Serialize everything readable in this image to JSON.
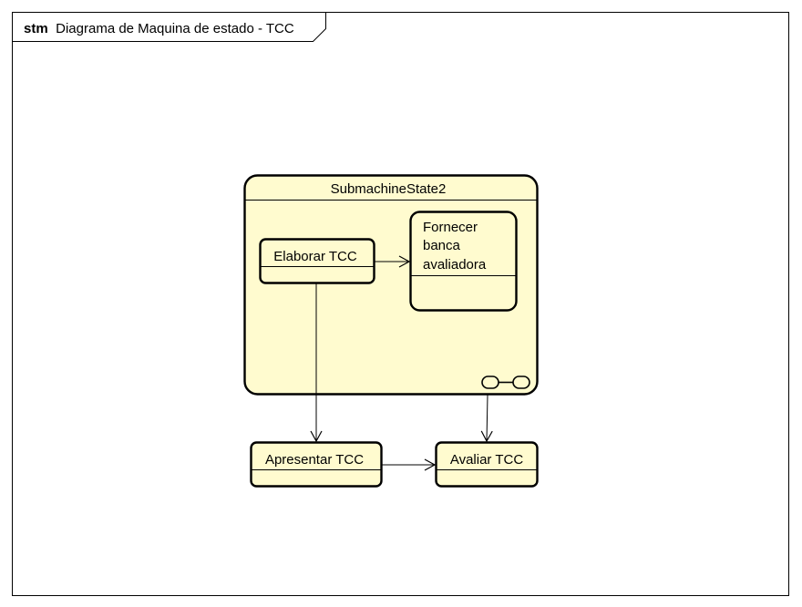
{
  "frame": {
    "keyword": "stm",
    "title": "Diagrama de Maquina de estado - TCC"
  },
  "submachine": {
    "name": "SubmachineState2",
    "states": {
      "elaborar": "Elaborar TCC",
      "fornecer_lines": [
        "Fornecer",
        "banca",
        "avaliadora"
      ]
    }
  },
  "states": {
    "apresentar": "Apresentar TCC",
    "avaliar": "Avaliar TCC"
  },
  "colors": {
    "state_fill": "#fffbcf",
    "stroke": "#000000",
    "frame_stroke": "#000000"
  },
  "icons": {
    "submachine_indicator": "submachine-link-icon"
  }
}
